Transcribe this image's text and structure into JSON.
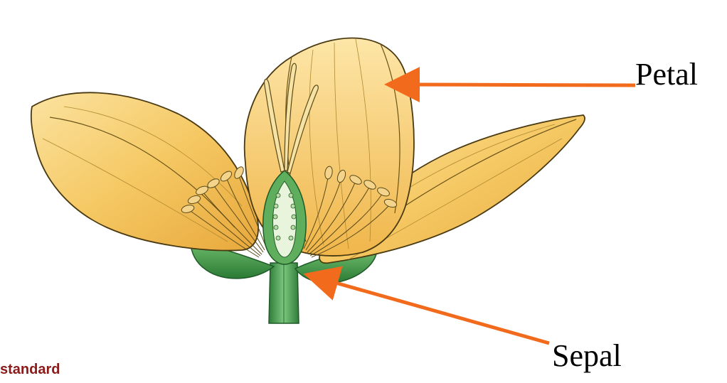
{
  "labels": {
    "petal": "Petal",
    "sepal": "Sepal"
  },
  "footer": {
    "text": "standard"
  },
  "colors": {
    "arrow": "#f26a1b",
    "petal_fill": "#f6cd6b",
    "petal_stroke": "#4a3a12",
    "sepal_fill": "#3c9a4a",
    "stem_fill": "#4fae5a",
    "footer": "#8b1a1a"
  }
}
